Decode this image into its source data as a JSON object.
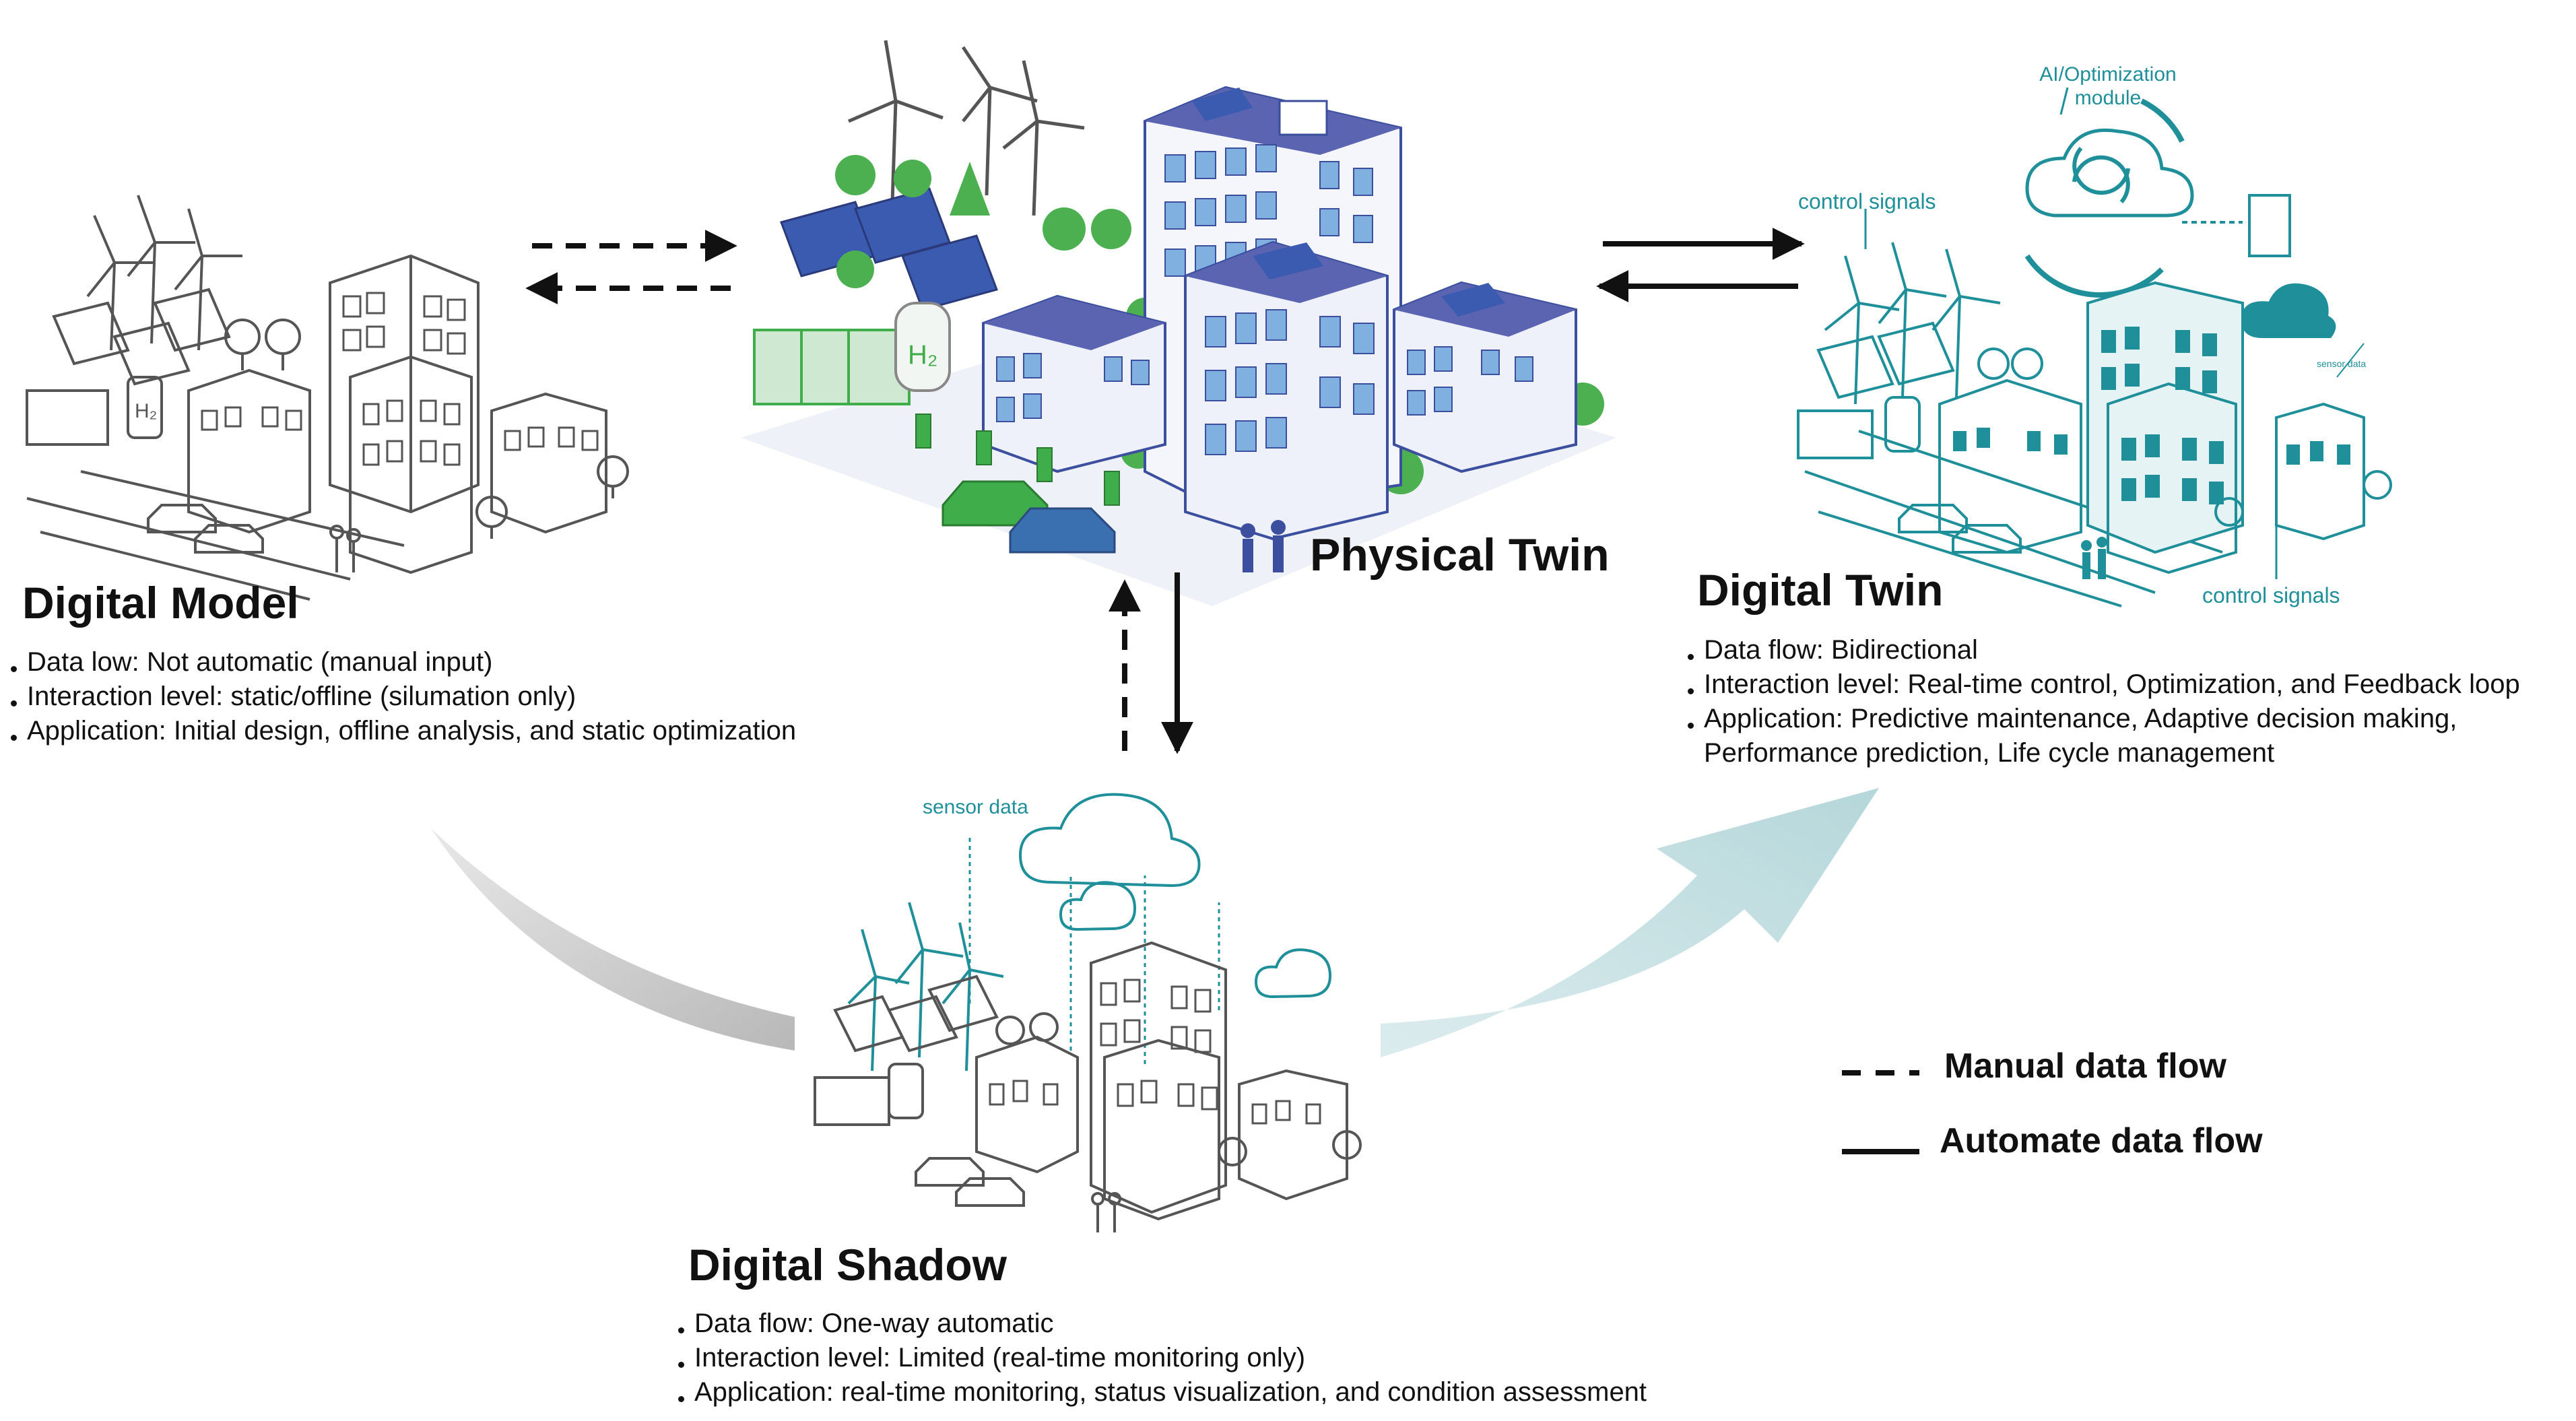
{
  "digital_model": {
    "title": "Digital Model",
    "bullets": [
      "Data low: Not automatic (manual input)",
      "Interaction level: static/offline (silumation only)",
      "Application: Initial design, offline analysis, and static optimization"
    ]
  },
  "physical_twin": {
    "title": "Physical Twin",
    "h2_label": "H₂"
  },
  "digital_twin": {
    "title": "Digital Twin",
    "bullets": [
      "Data flow: Bidirectional",
      "Interaction level: Real-time control, Optimization, and Feedback loop",
      "Application: Predictive maintenance, Adaptive decision making,"
    ],
    "bullet_continuation": "Performance prediction, Life cycle management",
    "ai_label_line1": "AI/Optimization",
    "ai_label_line2": "module",
    "control_signals_top": "control signals",
    "control_signals_bottom": "control signals",
    "sensor_data_small": "sensor data"
  },
  "digital_shadow": {
    "title": "Digital Shadow",
    "sensor_data_label": "sensor data",
    "bullets": [
      "Data flow: One-way automatic",
      "Interaction level: Limited (real-time monitoring only)",
      "Application: real-time monitoring, status visualization, and condition assessment"
    ]
  },
  "legend": {
    "manual": "Manual data flow",
    "automate": "Automate data flow"
  },
  "colors": {
    "physical_blue": "#3b4f9e",
    "physical_green": "#3fae4a",
    "twin_teal": "#1f8f9a",
    "sketch_gray": "#555555",
    "progress_arrow": "#bcdadd"
  }
}
